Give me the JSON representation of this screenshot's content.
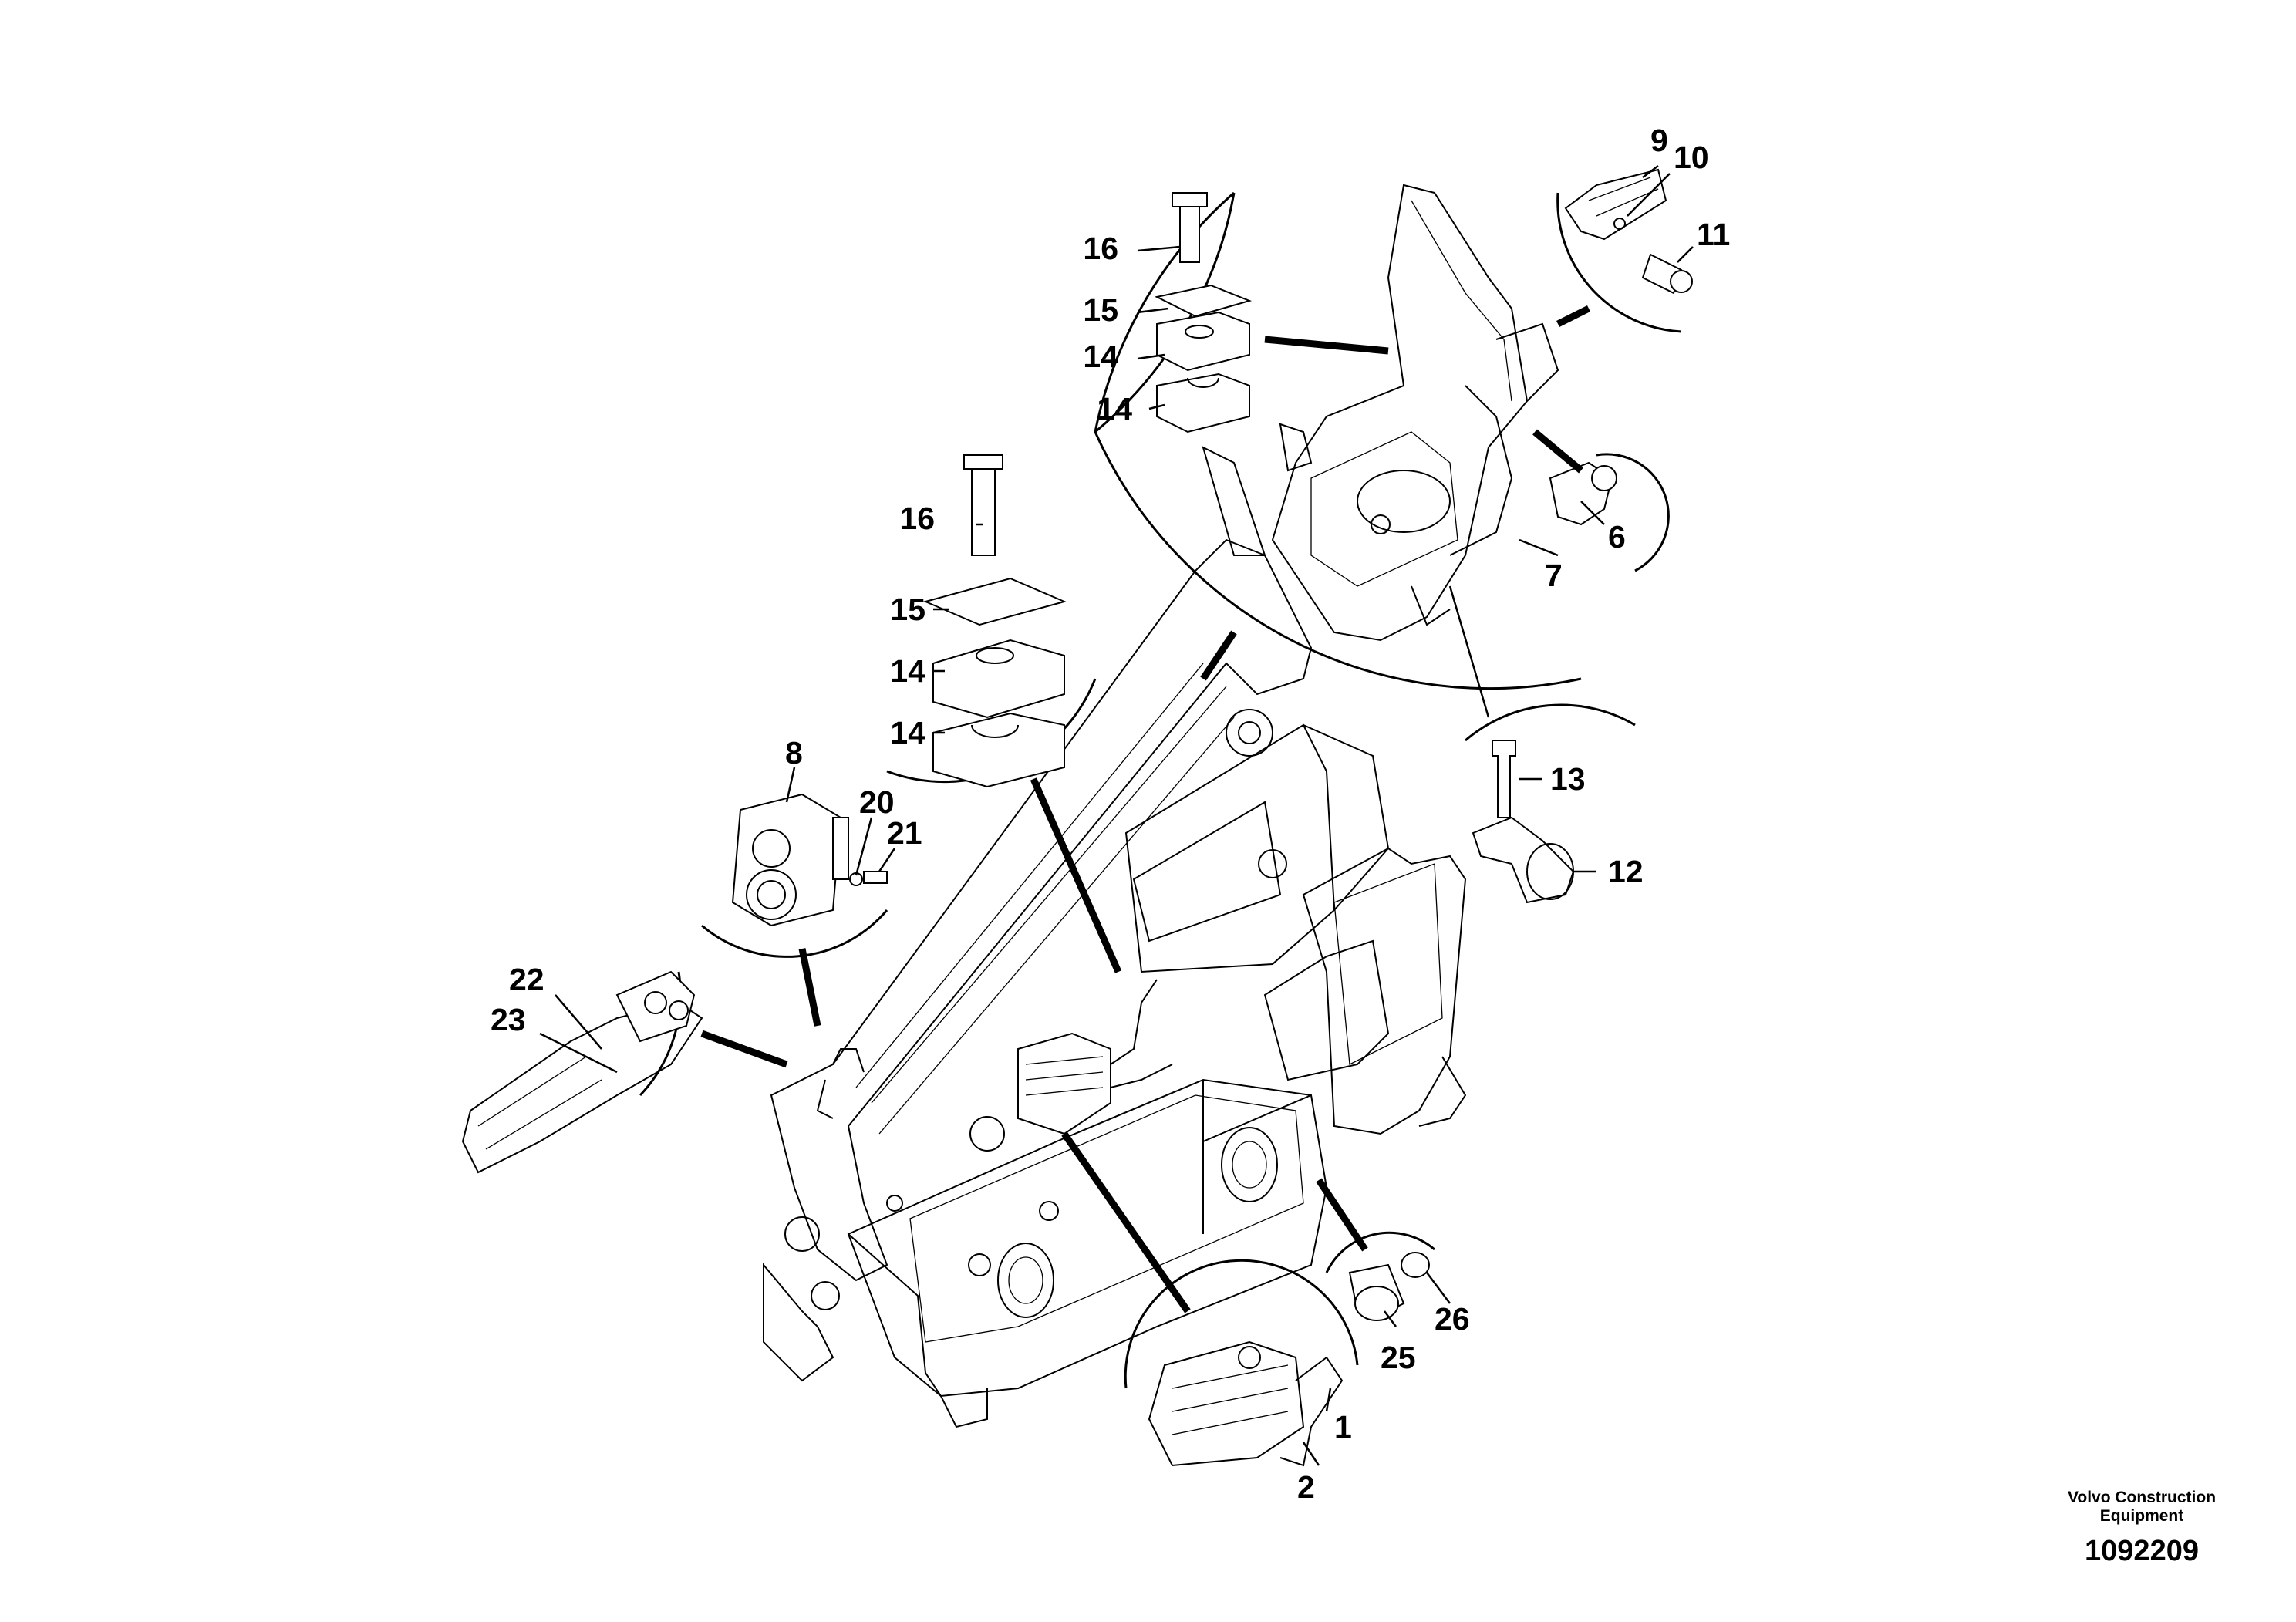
{
  "diagram": {
    "callouts": {
      "c1": "1",
      "c2": "2",
      "c6": "6",
      "c7": "7",
      "c8": "8",
      "c9": "9",
      "c10": "10",
      "c11": "11",
      "c12": "12",
      "c13": "13",
      "c14a": "14",
      "c14b": "14",
      "c14c": "14",
      "c14d": "14",
      "c15a": "15",
      "c15b": "15",
      "c16a": "16",
      "c16b": "16",
      "c20": "20",
      "c21": "21",
      "c22": "22",
      "c23": "23",
      "c25": "25",
      "c26": "26"
    }
  },
  "footer": {
    "brand_line1": "Volvo Construction",
    "brand_line2": "Equipment",
    "drawing_number": "1092209"
  }
}
